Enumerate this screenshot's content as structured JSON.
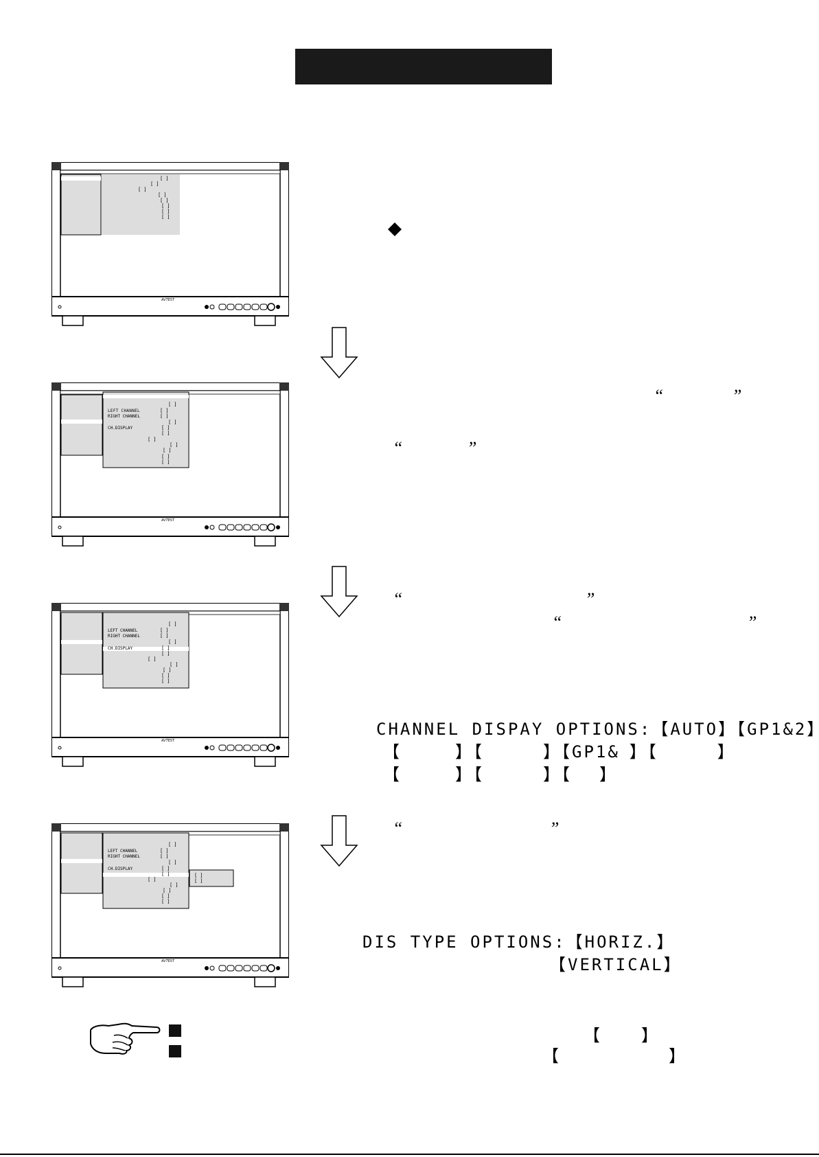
{
  "step3": {
    "options_line1": "CHANNEL DISPAY OPTIONS:【AUTO】【GP1&2】",
    "options_line2_c": "【GP1&",
    "options_line2_d": "】",
    "options_line2_e": "【",
    "options_line2_f": "】"
  },
  "step2": {
    "open_quote": "“",
    "close_quote": "”"
  },
  "step4": {
    "options_label": "DIS TYPE OPTIONS:【HORIZ.】",
    "option_vertical": "【VERTICAL】"
  },
  "osd": {
    "left_channel": "LEFT CHANNEL",
    "right_channel": "RIGHT CHANNEL",
    "ch_display": "CH.DISPLAY"
  },
  "notes": {
    "bracket_open": "【",
    "bracket_close": "】"
  },
  "icons": [
    "diamond-icon",
    "down-arrow-icon",
    "pointing-hand-icon"
  ]
}
